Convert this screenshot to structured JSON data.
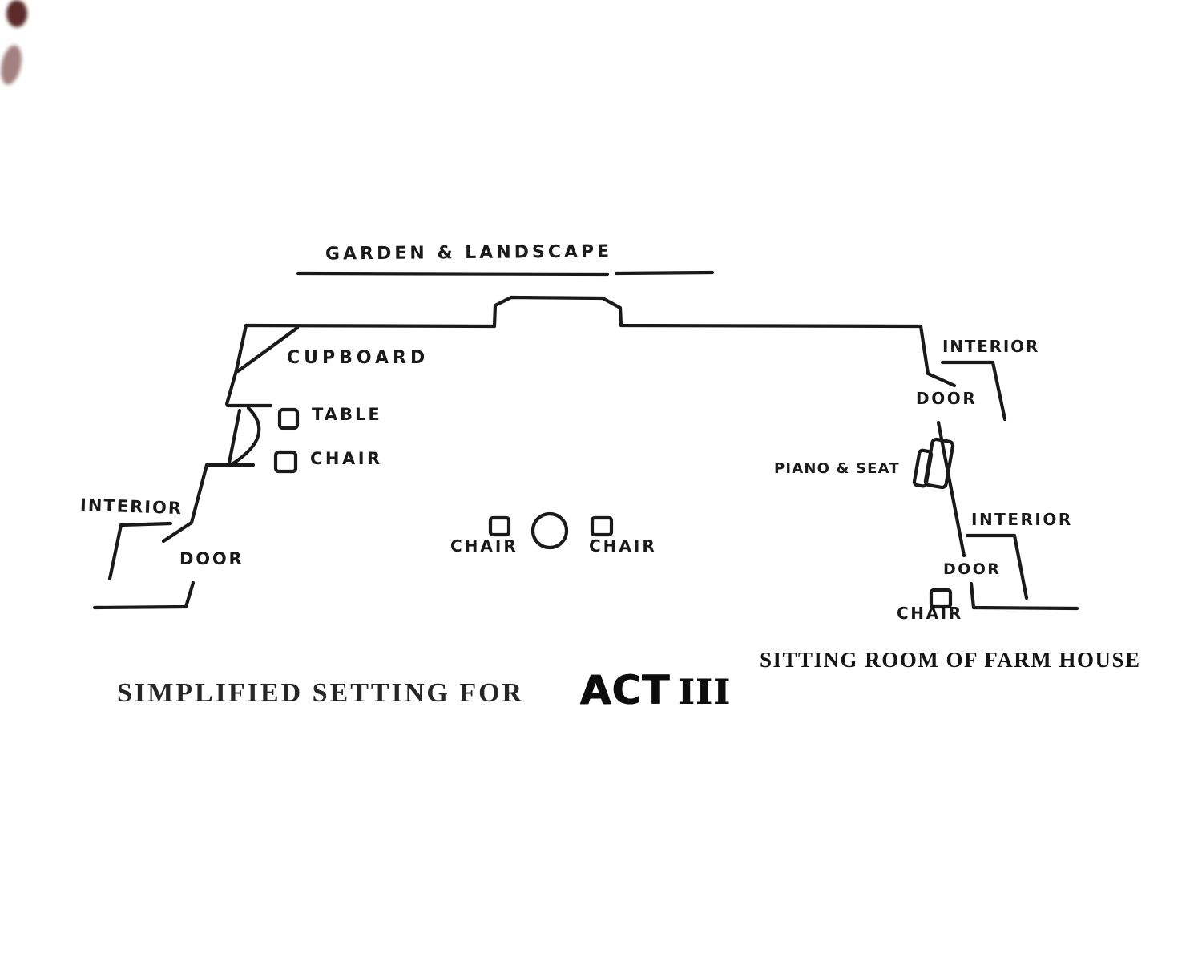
{
  "document": {
    "type": "stage-setting-plan",
    "colors": {
      "ink": "#1a1a1a",
      "paper": "#ffffff"
    }
  },
  "plan": {
    "garden": "GARDEN & LANDSCAPE",
    "cupboard": "CUPBOARD",
    "table": "TABLE",
    "chair_left": "CHAIR",
    "interior_left": "INTERIOR",
    "door_left": "DOOR",
    "chair_center_left": "CHAIR",
    "chair_center_right": "CHAIR",
    "interior_right_top": "INTERIOR",
    "door_right_top": "DOOR",
    "piano_seat": "PIANO & SEAT",
    "interior_right_bottom": "INTERIOR",
    "door_right_bottom": "DOOR",
    "chair_right_bottom": "CHAIR"
  },
  "captions": {
    "room": "SITTING ROOM OF FARM HOUSE",
    "setting": "SIMPLIFIED SETTING FOR",
    "act_word": "ACT",
    "act_numeral": "III"
  }
}
